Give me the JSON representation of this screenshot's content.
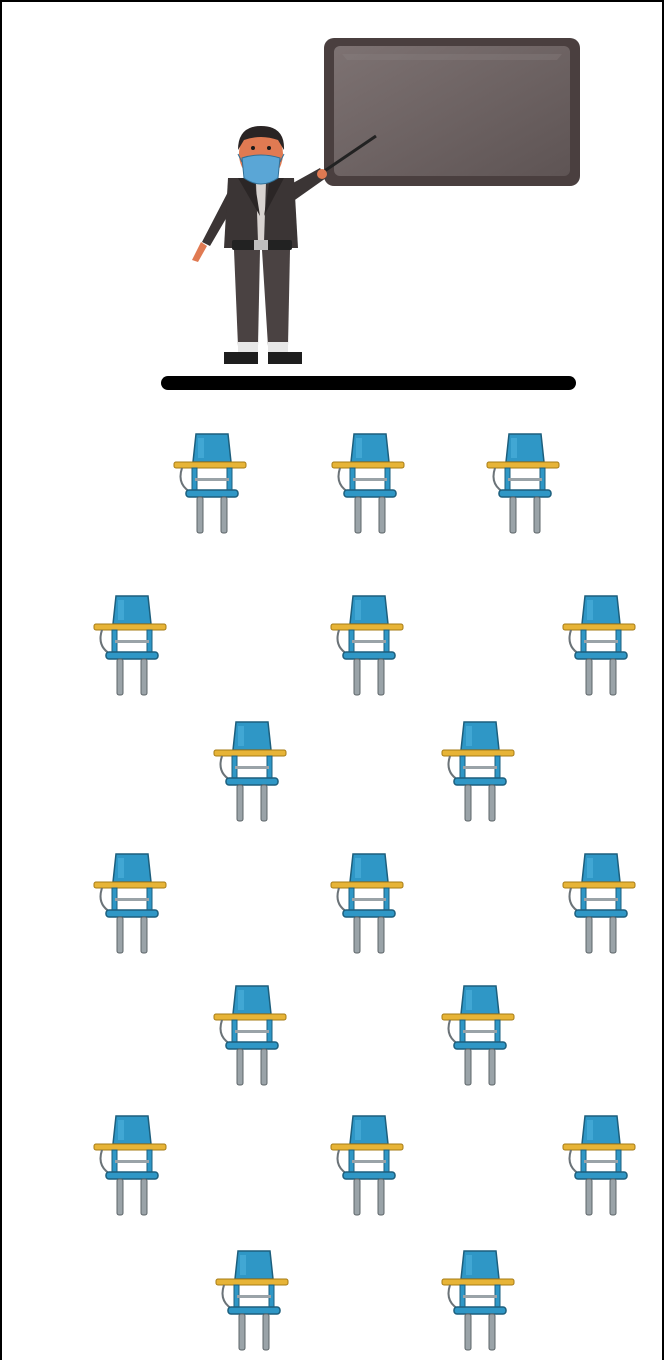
{
  "scene": {
    "description_free": true,
    "colors": {
      "board_frame": "#4a3f3f",
      "board_surface": "#6f6464",
      "teacher_suit": "#3b3535",
      "mask": "#5aa6d6",
      "skin": "#e07a52",
      "floor_line": "#000000",
      "seat_blue": "#2f97c6",
      "seat_dark": "#1d6f93",
      "desk_yellow": "#e7b437",
      "leg_gray": "#9aa3a8"
    },
    "icons": {
      "teacher": "teacher-with-pointer-icon",
      "board": "blackboard-icon",
      "desk": "school-desk-chair-icon"
    },
    "desk_rows": [
      {
        "row": 1,
        "count": 3
      },
      {
        "row": 2,
        "count": 3
      },
      {
        "row": 3,
        "count": 2
      },
      {
        "row": 4,
        "count": 3
      },
      {
        "row": 5,
        "count": 2
      },
      {
        "row": 6,
        "count": 3
      },
      {
        "row": 7,
        "count": 2
      }
    ],
    "total_desks": 18
  }
}
